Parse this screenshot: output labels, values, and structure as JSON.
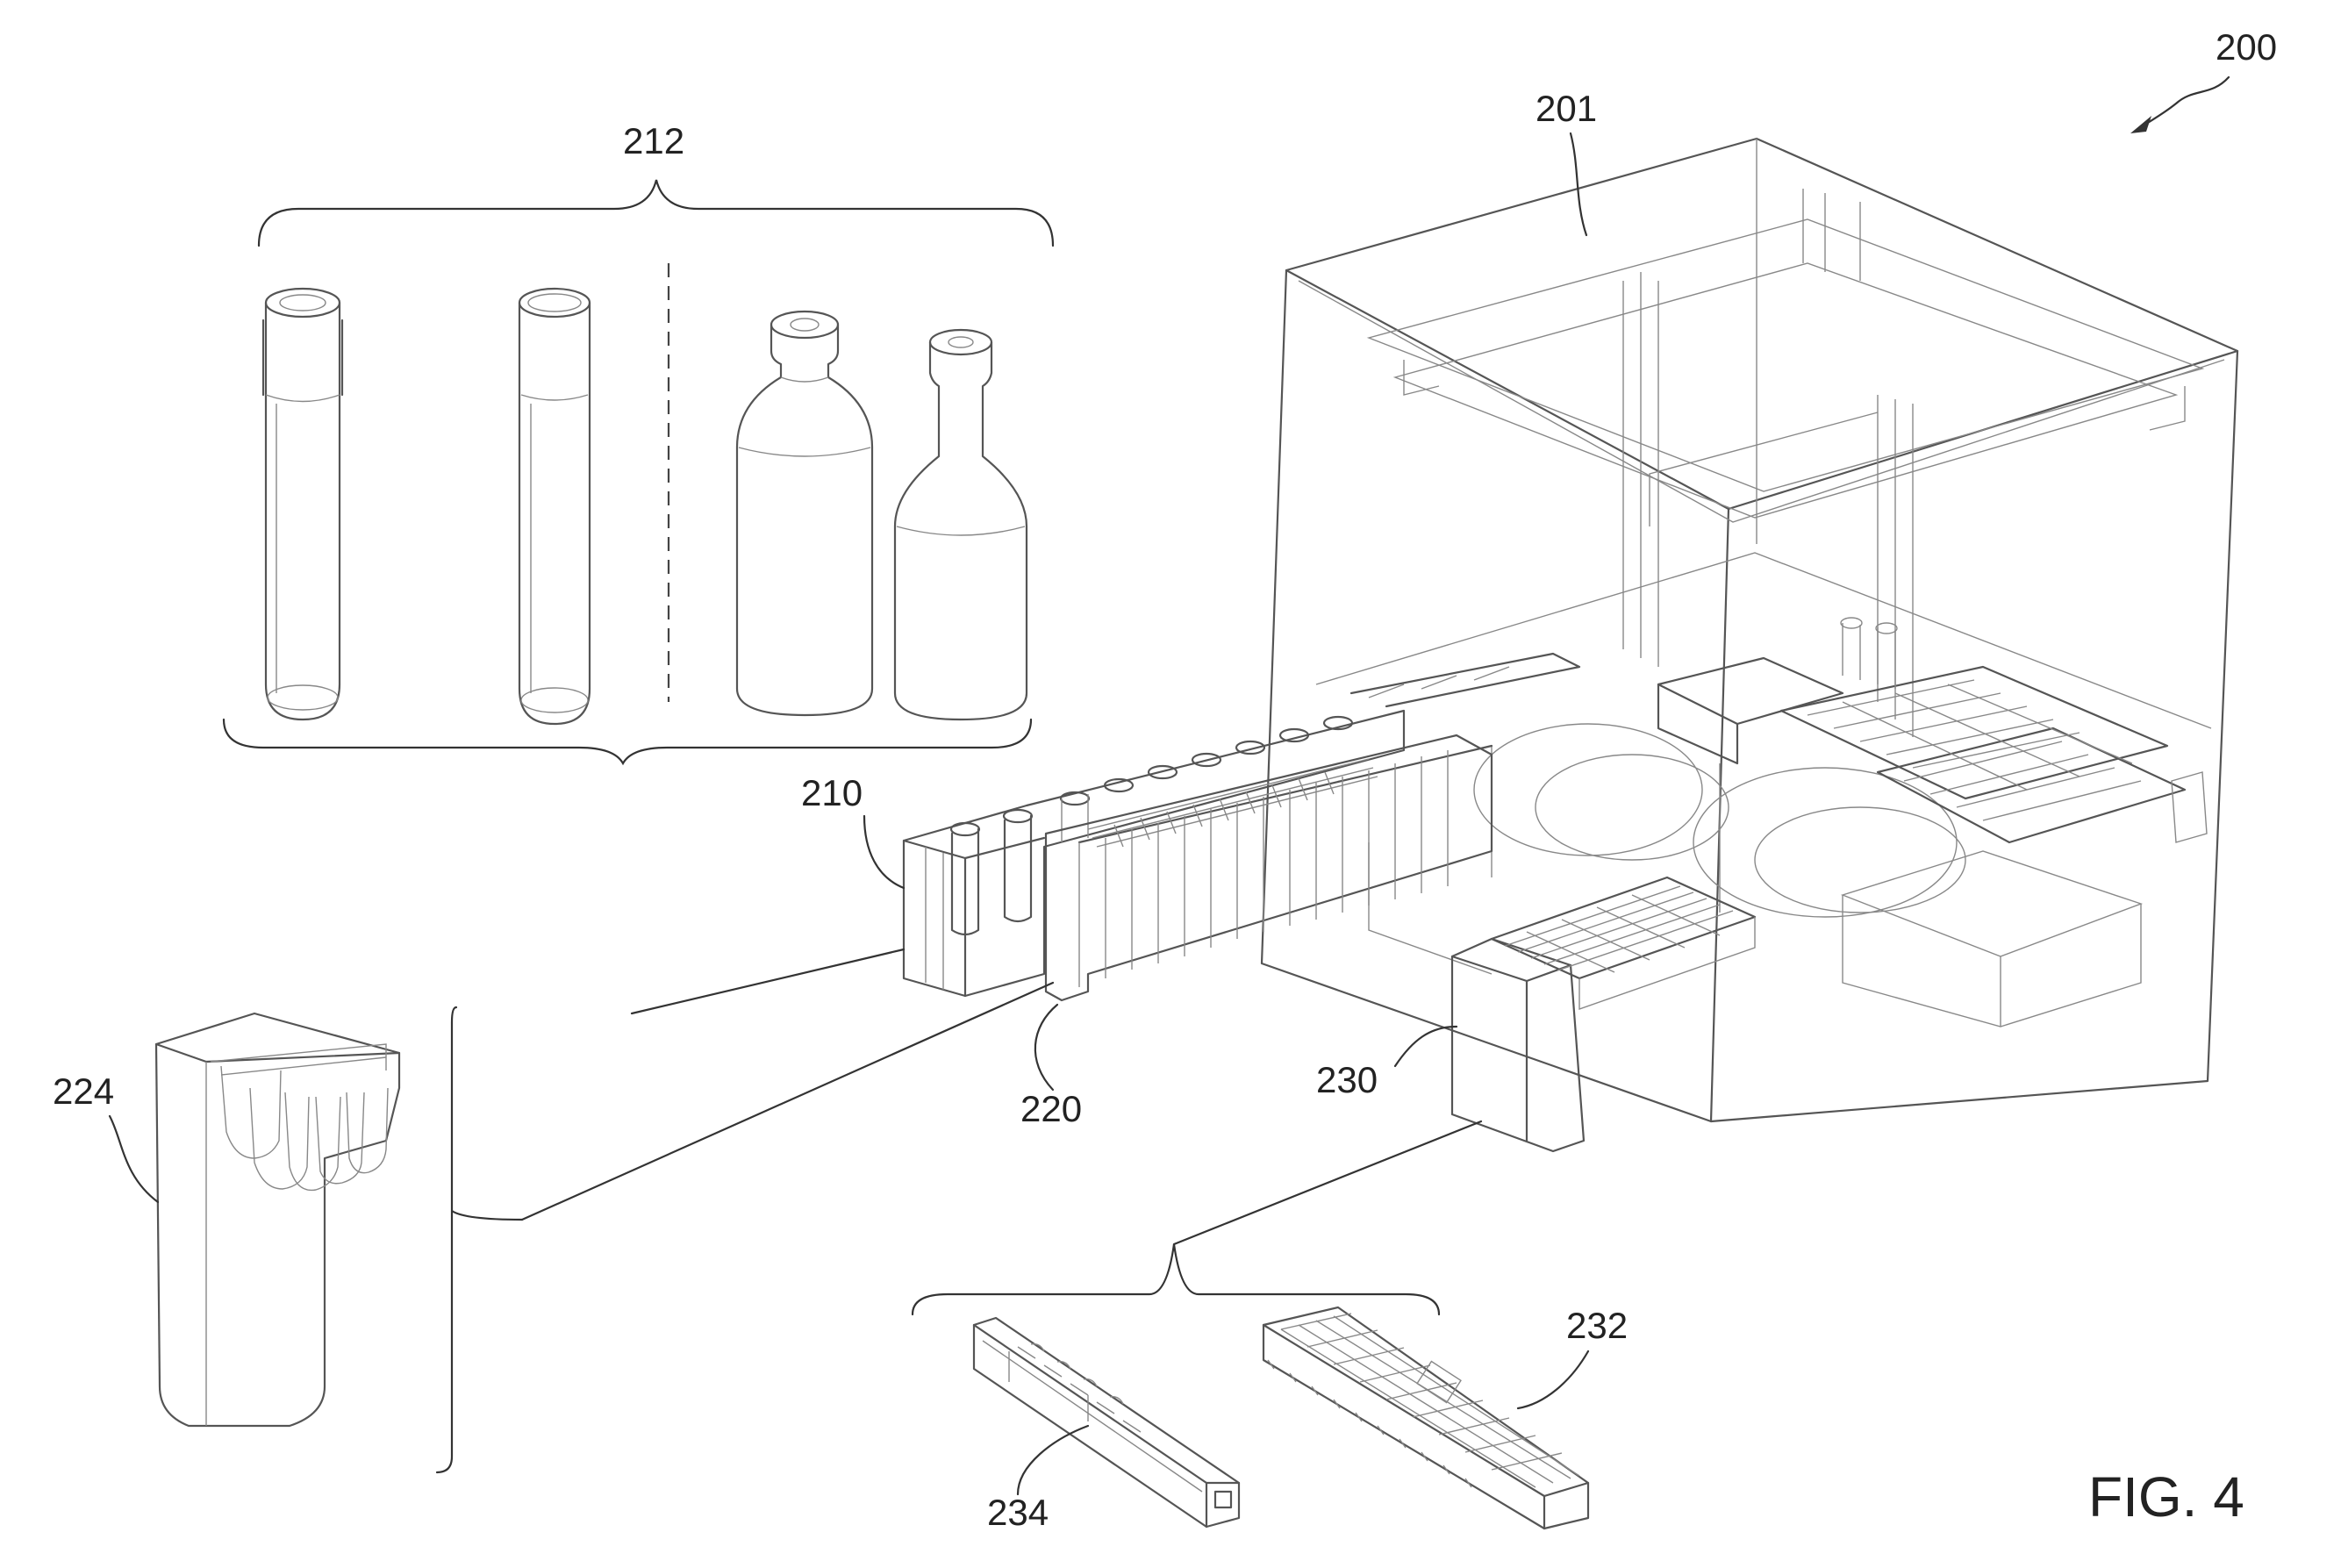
{
  "figure": {
    "label": "FIG. 4",
    "refs": {
      "r200": "200",
      "r201": "201",
      "r210": "210",
      "r212": "212",
      "r220": "220",
      "r224": "224",
      "r230": "230",
      "r232": "232",
      "r234": "234"
    },
    "colors": {
      "line": "#555555",
      "text": "#222222",
      "background": "#ffffff"
    }
  }
}
